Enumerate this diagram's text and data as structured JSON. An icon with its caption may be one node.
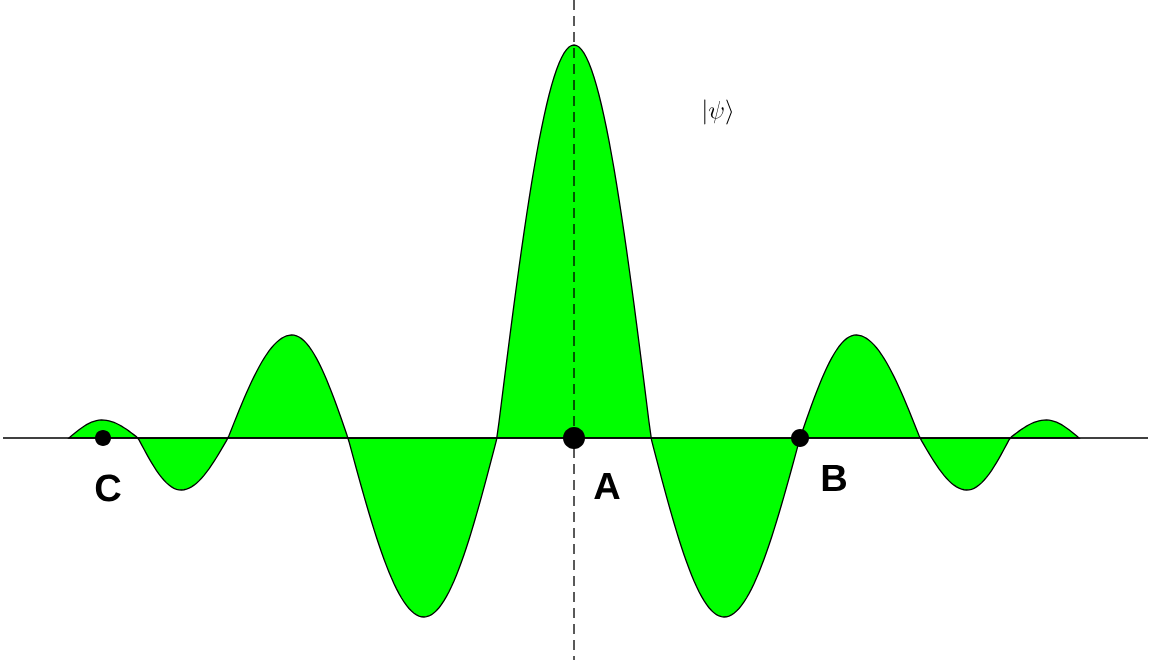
{
  "diagram": {
    "labels": [
      "|\\psi\\rangle",
      "C",
      "A",
      "B"
    ]
  }
}
